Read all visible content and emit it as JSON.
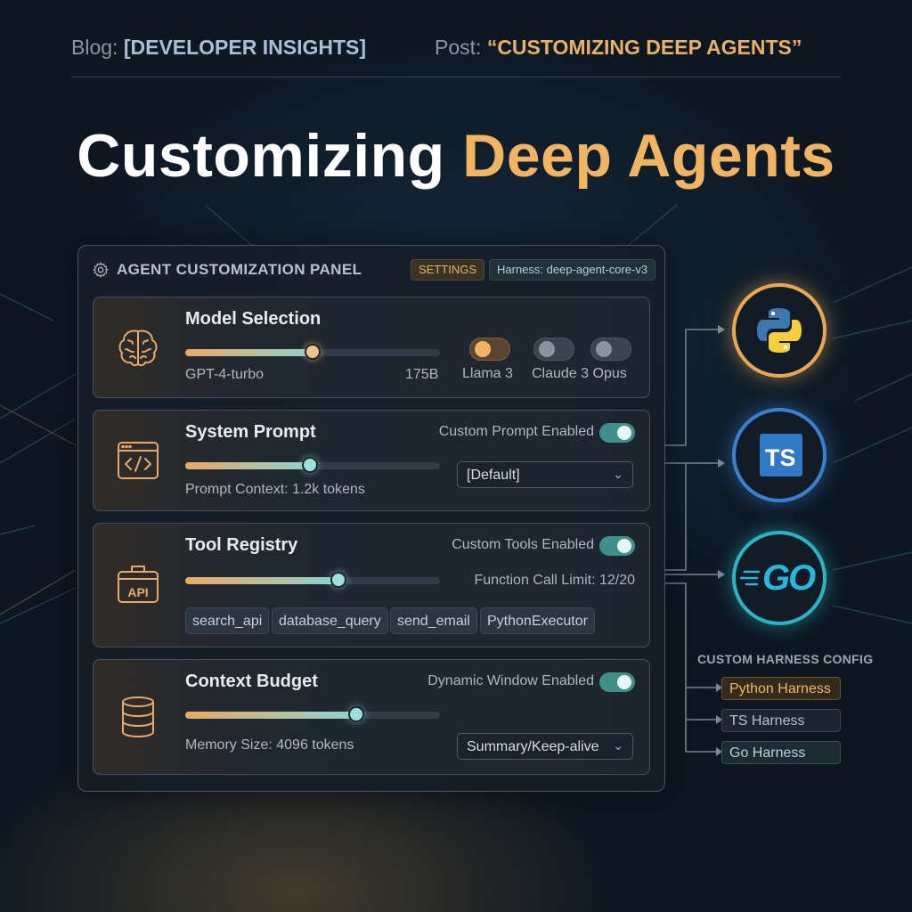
{
  "header": {
    "blog_label": "Blog:",
    "blog_value": "[DEVELOPER INSIGHTS]",
    "post_label": "Post:",
    "post_value": "“CUSTOMIZING DEEP AGENTS”"
  },
  "title": {
    "main": "Customizing",
    "accent": "Deep Agents"
  },
  "panel": {
    "title": "AGENT CUSTOMIZATION PANEL",
    "settings_badge": "SETTINGS",
    "harness_badge": "Harness: deep-agent-core-v3",
    "cards": {
      "model": {
        "title": "Model Selection",
        "icon": "brain-icon",
        "slider_value": 0.5,
        "slider_left_label": "GPT-4-turbo",
        "slider_right_label": "175B",
        "options": [
          {
            "label": "Llama 3",
            "state": "active"
          },
          {
            "label": "Claude 3 Opus",
            "state": "off"
          },
          {
            "label": "",
            "state": "off"
          }
        ]
      },
      "prompt": {
        "title": "System Prompt",
        "icon": "code-window-icon",
        "toggle_label": "Custom Prompt Enabled",
        "toggle_on": true,
        "slider_value": 0.49,
        "slider_label": "Prompt Context: 1.2k tokens",
        "select_value": "[Default]"
      },
      "tools": {
        "title": "Tool Registry",
        "icon": "api-toolbox-icon",
        "toggle_label": "Custom Tools Enabled",
        "toggle_on": true,
        "slider_value": 0.6,
        "limit_label": "Function Call Limit: 12/20",
        "chips": [
          "search_api",
          "database_query",
          "send_email",
          "PythonExecutor"
        ]
      },
      "context": {
        "title": "Context Budget",
        "icon": "database-icon",
        "toggle_label": "Dynamic Window Enabled",
        "toggle_on": true,
        "slider_value": 0.67,
        "slider_label": "Memory Size: 4096 tokens",
        "select_value": "Summary/Keep-alive"
      }
    }
  },
  "languages": [
    {
      "name": "python-logo-icon",
      "color": "#e8a853"
    },
    {
      "name": "typescript-logo-icon",
      "label": "TS",
      "color": "#3178c6"
    },
    {
      "name": "go-logo-icon",
      "label": "GO",
      "color": "#2ab5c4"
    }
  ],
  "harness_config": {
    "title": "CUSTOM HARNESS CONFIG",
    "items": [
      "Python Harness",
      "TS Harness",
      "Go Harness"
    ]
  },
  "colors": {
    "accent": "#f0b462",
    "teal": "#3f8f8c",
    "background": "#0d1722"
  }
}
